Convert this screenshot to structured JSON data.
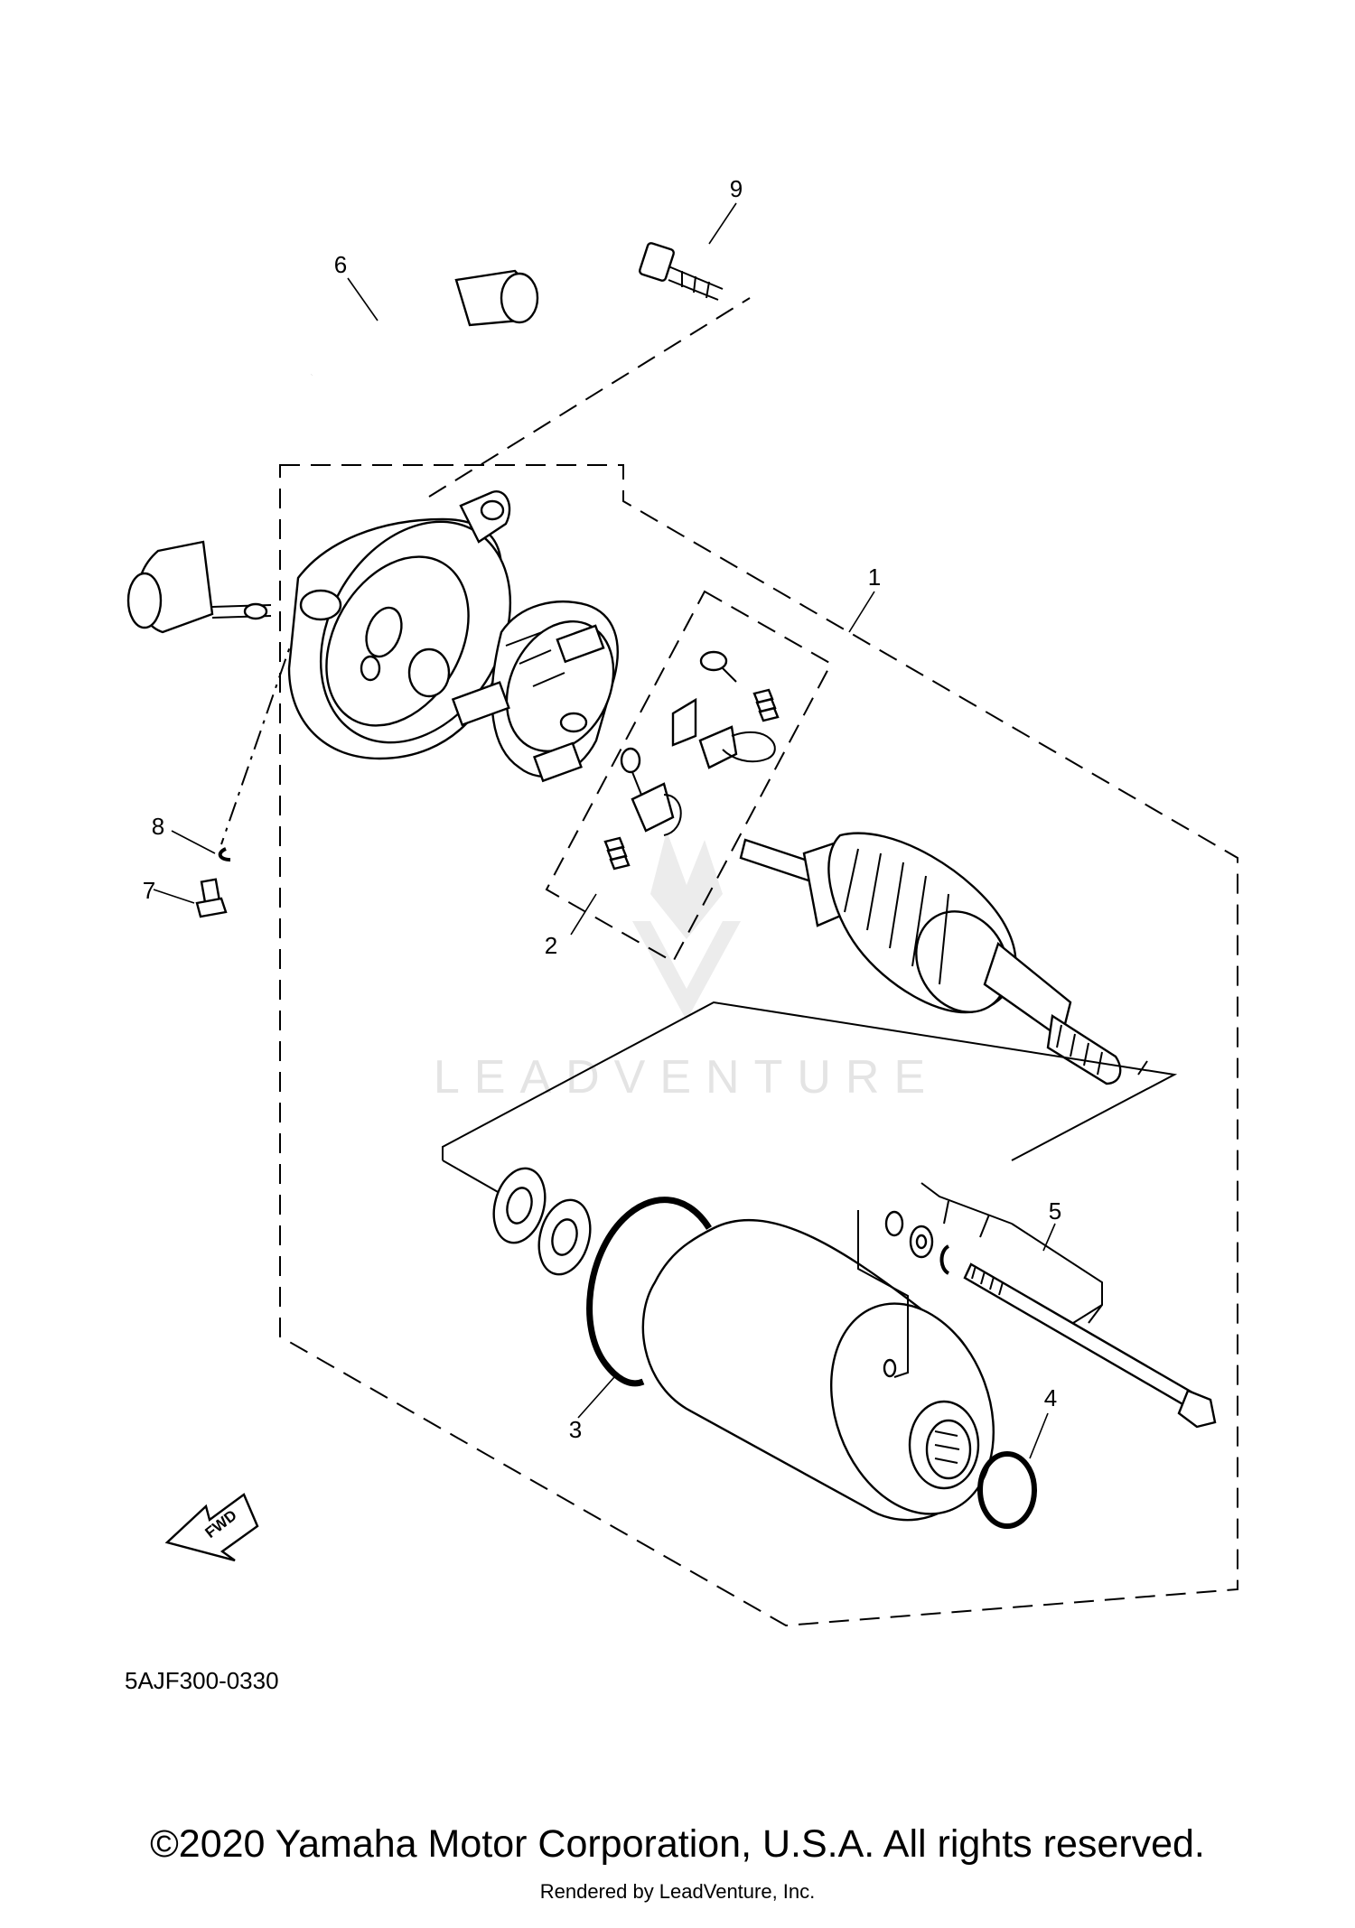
{
  "diagram": {
    "callouts": [
      "1",
      "2",
      "3",
      "4",
      "5",
      "6",
      "7",
      "8",
      "9"
    ],
    "reference_code": "5AJF300-0330",
    "fwd_label": "FWD",
    "watermark": "LEADVENTURE",
    "copyright": "©2020 Yamaha Motor Corporation, U.S.A. All rights reserved.",
    "rendered_by": "Rendered by LeadVenture, Inc."
  }
}
